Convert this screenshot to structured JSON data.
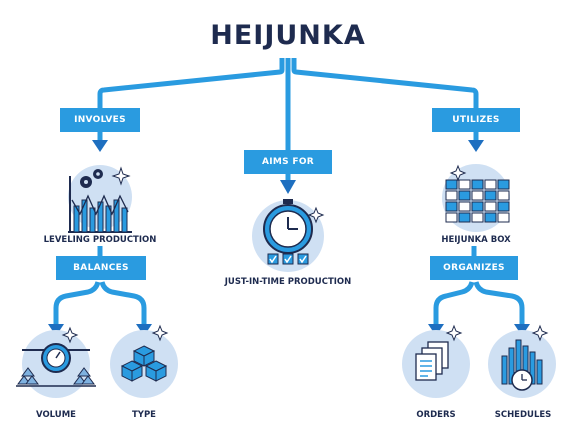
{
  "title": "HEIJUNKA",
  "connectors": {
    "involves": "INVOLVES",
    "aims_for": "AIMS FOR",
    "utilizes": "UTILIZES",
    "balances": "BALANCES",
    "organizes": "ORGANIZES"
  },
  "nodes": {
    "leveling_production": "LEVELING PRODUCTION",
    "just_in_time": "JUST-IN-TIME PRODUCTION",
    "heijunka_box": "HEIJUNKA BOX",
    "volume": "VOLUME",
    "type": "TYPE",
    "orders": "ORDERS",
    "schedules": "SCHEDULES"
  },
  "colors": {
    "primary_blue": "#2a9be0",
    "dark_navy": "#1e2b4f",
    "light_circle": "#cfe0f3",
    "mid_blue": "#7fb2e0"
  }
}
